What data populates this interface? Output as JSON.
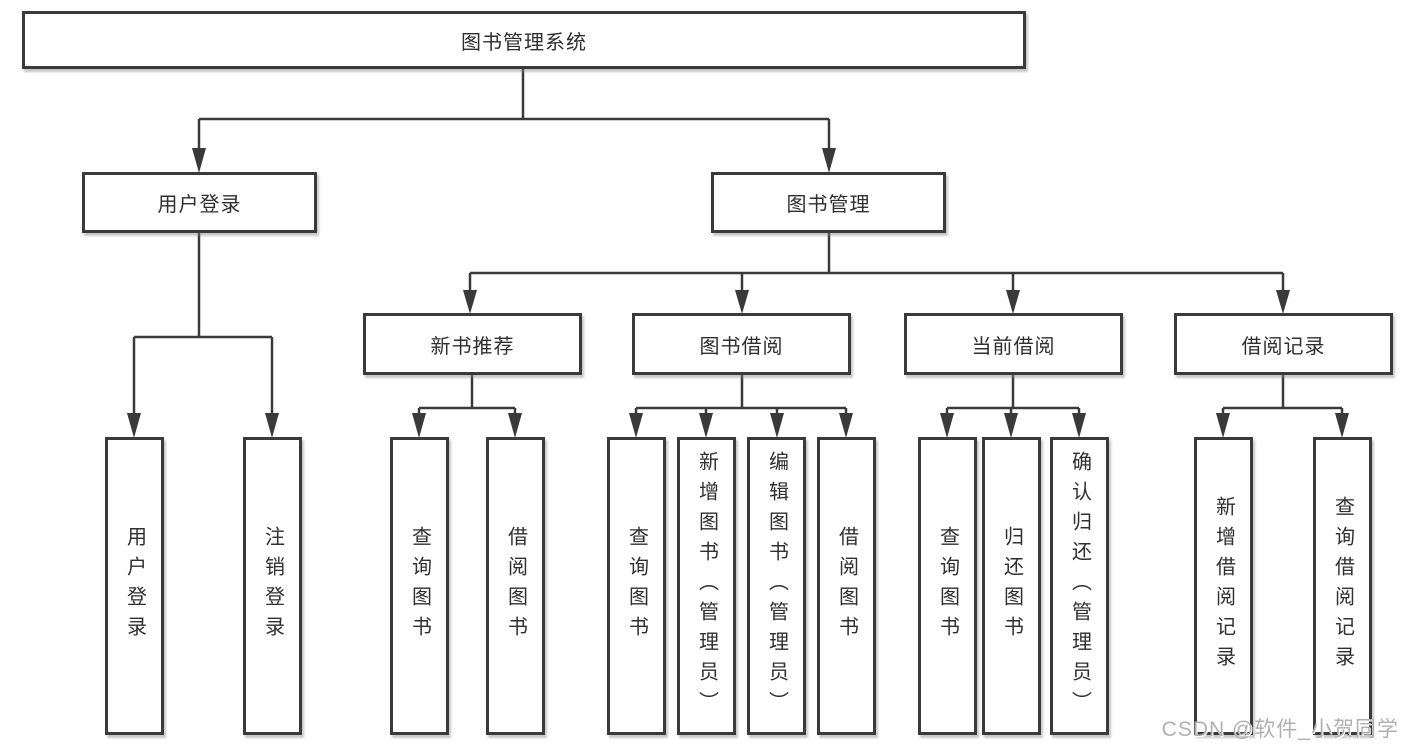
{
  "diagram_title": "图书管理系统",
  "tree": {
    "root": {
      "label": "图书管理系统"
    },
    "branches": [
      {
        "label": "用户登录",
        "children": [
          {
            "label": "用户登录"
          },
          {
            "label": "注销登录"
          }
        ]
      },
      {
        "label": "图书管理",
        "children": [
          {
            "label": "新书推荐",
            "children": [
              {
                "label": "查询图书"
              },
              {
                "label": "借阅图书"
              }
            ]
          },
          {
            "label": "图书借阅",
            "children": [
              {
                "label": "查询图书"
              },
              {
                "label": "新增图书（管理员）"
              },
              {
                "label": "编辑图书（管理员）"
              },
              {
                "label": "借阅图书"
              }
            ]
          },
          {
            "label": "当前借阅",
            "children": [
              {
                "label": "查询图书"
              },
              {
                "label": "归还图书"
              },
              {
                "label": "确认归还（管理员）"
              }
            ]
          },
          {
            "label": "借阅记录",
            "children": [
              {
                "label": "新增借阅记录"
              },
              {
                "label": "查询借阅记录"
              }
            ]
          }
        ]
      }
    ]
  },
  "watermark": {
    "text": "CSDN @软件_小贺同学"
  },
  "colors": {
    "line": "#3a3a3a",
    "text": "#2f2f2f",
    "watermark": "#b0b0b0",
    "background": "#ffffff"
  }
}
